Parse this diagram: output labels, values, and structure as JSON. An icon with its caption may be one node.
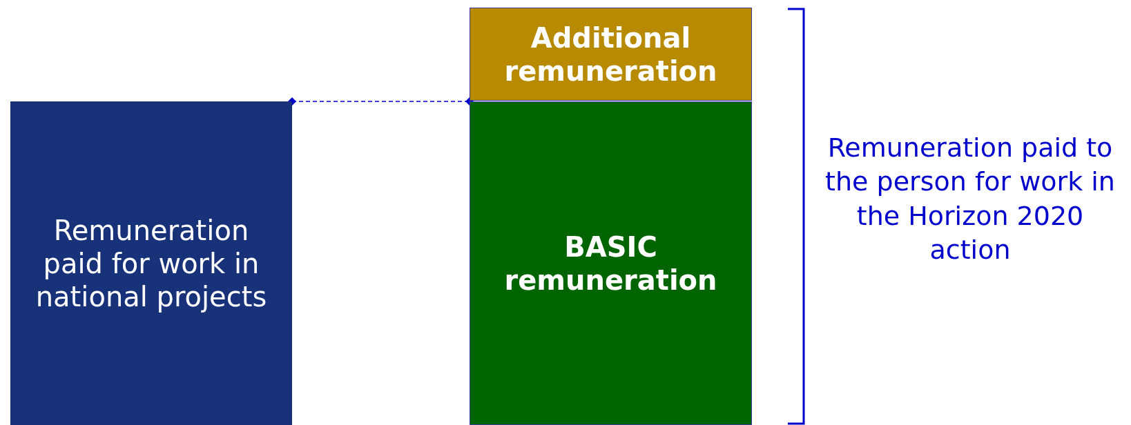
{
  "diagram": {
    "nodes": [
      {
        "text": [
          "Remuneration paid for work in national projects"
        ]
      },
      {
        "text": [
          "Additional remuneration"
        ]
      },
      {
        "text": [
          "BASIC remuneration"
        ]
      }
    ],
    "edges": [
      {
        "from": 0,
        "to": 2,
        "arrow": "other",
        "style": "dashed"
      }
    ],
    "labels": [
      "Remuneration paid to the person for work in the Horizon 2020 action"
    ]
  }
}
